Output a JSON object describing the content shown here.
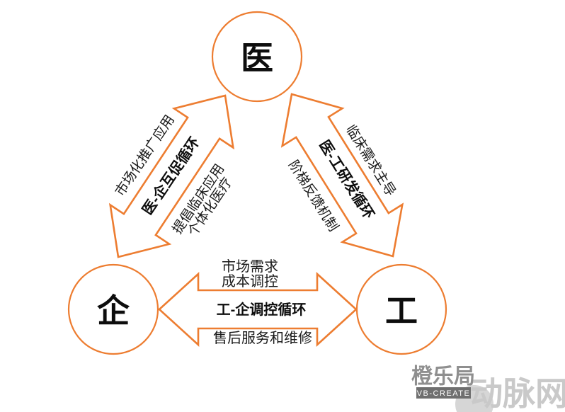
{
  "colors": {
    "accent_orange": "#ED7D31",
    "text_black": "#0d0d0d",
    "watermark_logo_gray": "#8f8f8f",
    "watermark_bar_gray": "#6f6f6f",
    "watermark_site_gray": "#c9c9c9"
  },
  "nodes": {
    "medical": {
      "label": "医"
    },
    "enterprise": {
      "label": "企"
    },
    "industry": {
      "label": "工"
    }
  },
  "edges": {
    "medical_enterprise": {
      "cycle_label": "医-企互促循环",
      "upper_label": "市场化推广应用",
      "lower_label_line1": "提倡临床应用",
      "lower_label_line2": "个体化医疗"
    },
    "medical_industry": {
      "cycle_label": "医-工研发循环",
      "upper_label": "临床需求主导",
      "lower_label": "阶梯反馈机制"
    },
    "enterprise_industry": {
      "cycle_label": "工-企调控循环",
      "upper_label_line1": "市场需求",
      "upper_label_line2": "成本调控",
      "lower_label": "售后服务和维修"
    }
  },
  "watermark": {
    "logo_title": "橙乐局",
    "logo_subtitle": "VB-CREATE",
    "site_name": "动脉网"
  }
}
